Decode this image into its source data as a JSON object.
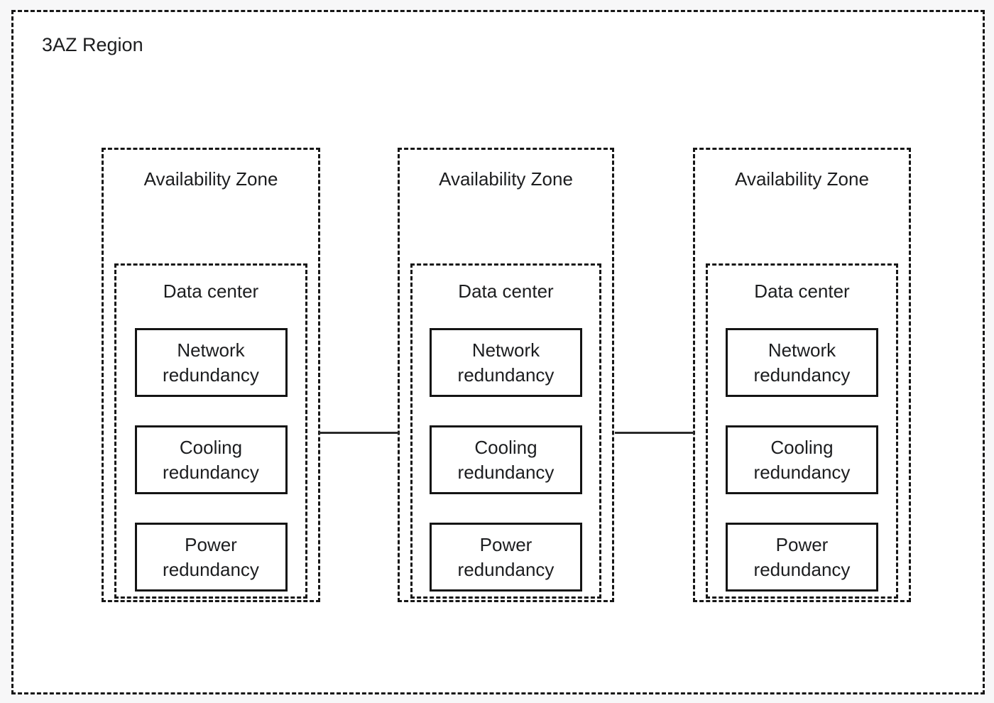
{
  "region": {
    "label": "3AZ Region"
  },
  "zones": [
    {
      "label": "Availability Zone",
      "datacenter": {
        "label": "Data center",
        "units": [
          "Network redundancy",
          "Cooling redundancy",
          "Power redundancy"
        ]
      }
    },
    {
      "label": "Availability Zone",
      "datacenter": {
        "label": "Data center",
        "units": [
          "Network redundancy",
          "Cooling redundancy",
          "Power redundancy"
        ]
      }
    },
    {
      "label": "Availability Zone",
      "datacenter": {
        "label": "Data center",
        "units": [
          "Network redundancy",
          "Cooling redundancy",
          "Power redundancy"
        ]
      }
    }
  ],
  "connectors": {
    "count": 2,
    "description": "horizontal line linking adjacent availability zones"
  },
  "colors": {
    "border": "#161616",
    "text": "#1c1d1f",
    "diagram_background": "#ffffff",
    "page_background": "#f7f7f8",
    "connector_line": "#2a2a2a"
  }
}
